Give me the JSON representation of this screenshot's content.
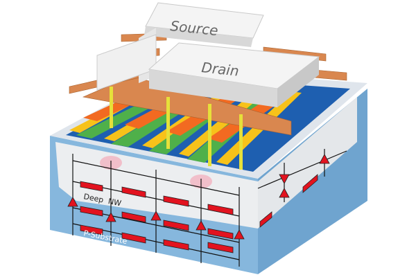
{
  "labels": {
    "source": "Source",
    "drain": "Drain",
    "deep_nw": "Deep  NW",
    "substrate": "P-Substrate"
  },
  "colors": {
    "substrate": "#7aaed6",
    "well": "#eef0f2",
    "metal_copper": "#d9874f",
    "metal_orange": "#f26a21",
    "poly_yellow": "#f7c21a",
    "active_green": "#4fb04a",
    "diffusion_blue": "#1e5fb0",
    "resistor_red": "#e2131f",
    "plate_white": "#f2f2f2"
  }
}
